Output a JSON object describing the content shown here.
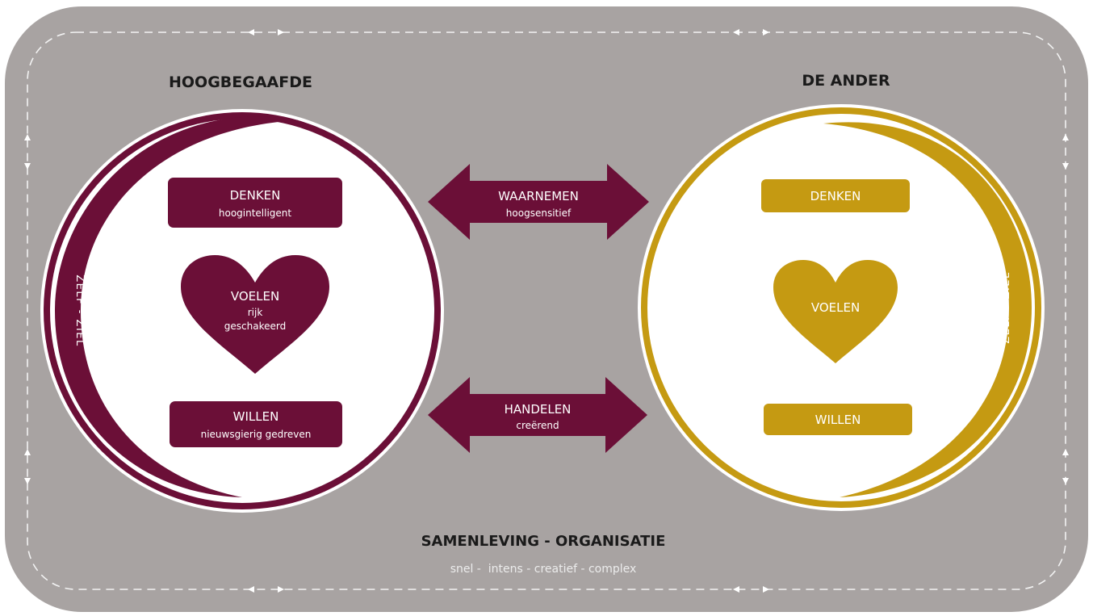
{
  "colors": {
    "background": "#a8a3a2",
    "page": "#ffffff",
    "maroon": "#6b0f37",
    "gold": "#c59a12",
    "dashed_border": "#f2f2f2"
  },
  "left": {
    "title": "HOOGBEGAAFDE",
    "orbit_label": "ZELF - ZIEL",
    "denken": {
      "label": "DENKEN",
      "sub": "hoogintelligent"
    },
    "voelen": {
      "label": "VOELEN",
      "sub1": "rijk",
      "sub2": "geschakeerd",
      "icon": "heart-icon"
    },
    "willen": {
      "label": "WILLEN",
      "sub": "nieuwsgierig gedreven"
    }
  },
  "right": {
    "title": "DE ANDER",
    "orbit_label": "ZELF - ZIEL",
    "denken": {
      "label": "DENKEN"
    },
    "voelen": {
      "label": "VOELEN",
      "icon": "heart-icon"
    },
    "willen": {
      "label": "WILLEN"
    }
  },
  "arrows": {
    "top": {
      "label": "WAARNEMEN",
      "sub": "hoogsensitief",
      "icon": "double-arrow-icon"
    },
    "bottom": {
      "label": "HANDELEN",
      "sub": "creërend",
      "icon": "double-arrow-icon"
    }
  },
  "footer": {
    "title": "SAMENLEVING - ORGANISATIE",
    "subtitle": "snel -  intens - creatief - complex"
  }
}
